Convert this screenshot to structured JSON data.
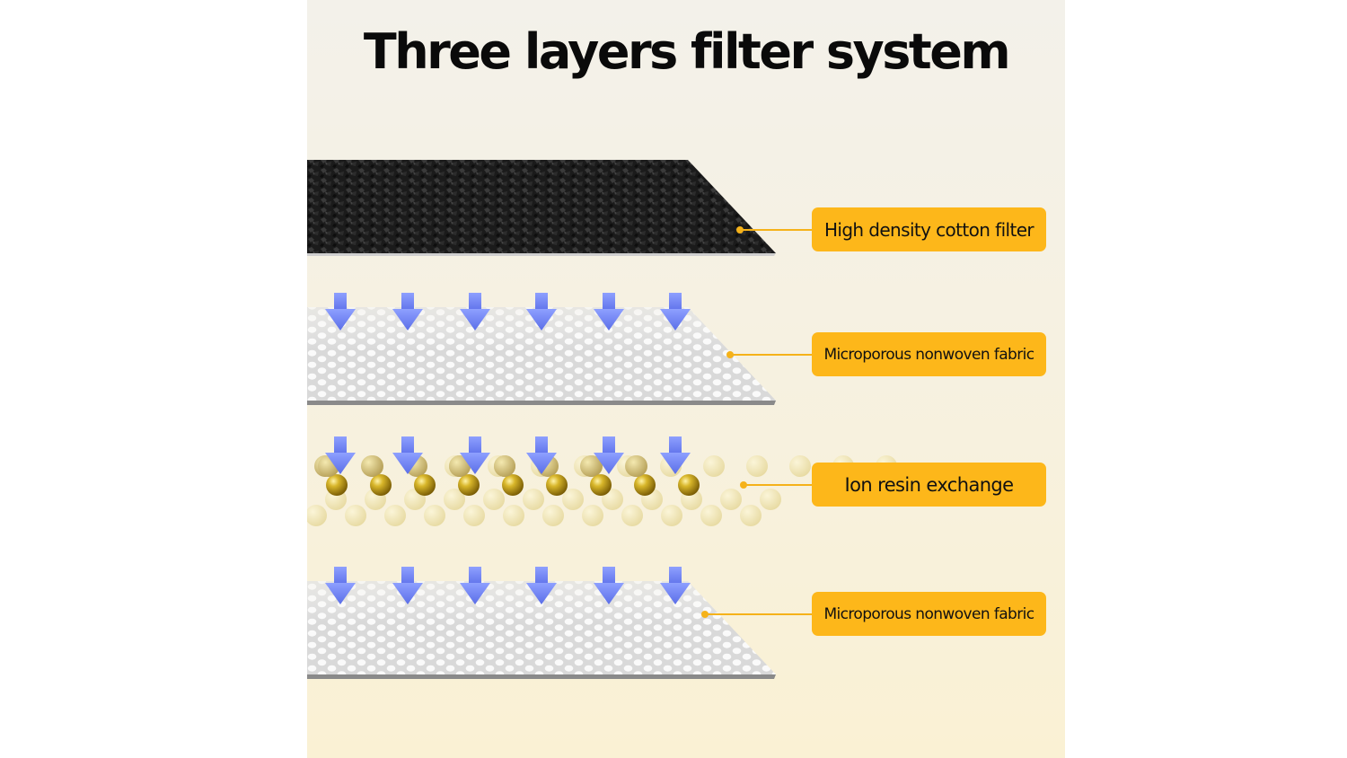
{
  "title": "Three layers filter system",
  "layers": [
    {
      "label": "High density cotton filter",
      "material": "black-cotton"
    },
    {
      "label": "Microporous nonwoven fabric",
      "material": "white-mesh"
    },
    {
      "label": "Ion resin exchange",
      "material": "resin-beads"
    },
    {
      "label": "Microporous nonwoven fabric",
      "material": "white-mesh"
    }
  ],
  "colors": {
    "label_fill": "#fdb71a",
    "leader_line": "#f5b21a",
    "arrow": "#6f84f2",
    "cotton": "#1c1c1c",
    "resin_bead": "#c9a817"
  },
  "icons": [
    "down-arrow-icon"
  ]
}
